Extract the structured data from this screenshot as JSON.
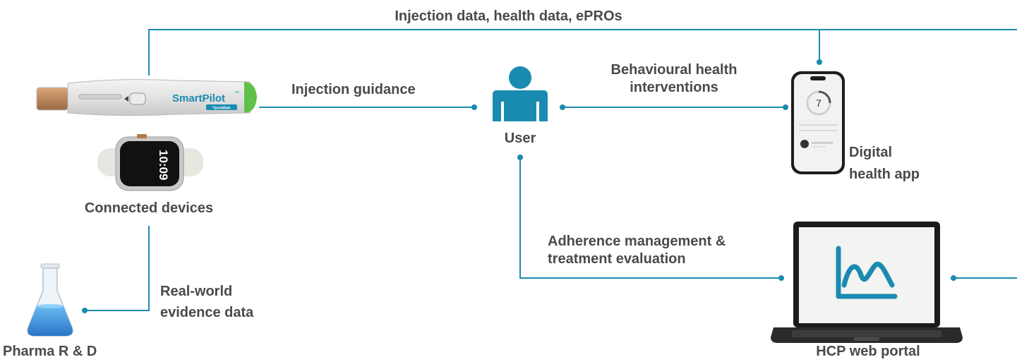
{
  "colors": {
    "line": "#1a8bb0",
    "text": "#4a4a4a",
    "accent_green": "#5fc148",
    "user_blue": "#1a8bb0"
  },
  "labels": {
    "top_flow": "Injection data, health data, ePROs",
    "injection_guidance": "Injection guidance",
    "behavioural_line1": "Behavioural health",
    "behavioural_line2": "interventions",
    "user": "User",
    "digital_line1": "Digital",
    "digital_line2": "health app",
    "connected_devices": "Connected devices",
    "adherence_line1": "Adherence management &",
    "adherence_line2": "treatment evaluation",
    "rwe_line1": "Real-world",
    "rwe_line2": "evidence data",
    "pharma": "Pharma R & D",
    "hcp": "HCP web portal"
  },
  "device": {
    "brand": "SmartPilot",
    "brand_tm": "™",
    "sub_brand": "YpsoMate"
  },
  "watch": {
    "time": "10:09"
  },
  "phone": {
    "counter": "7"
  },
  "icons": [
    "user-icon",
    "pen-injector-icon",
    "smartwatch-icon",
    "smartphone-icon",
    "flask-icon",
    "laptop-icon",
    "chart-icon"
  ]
}
